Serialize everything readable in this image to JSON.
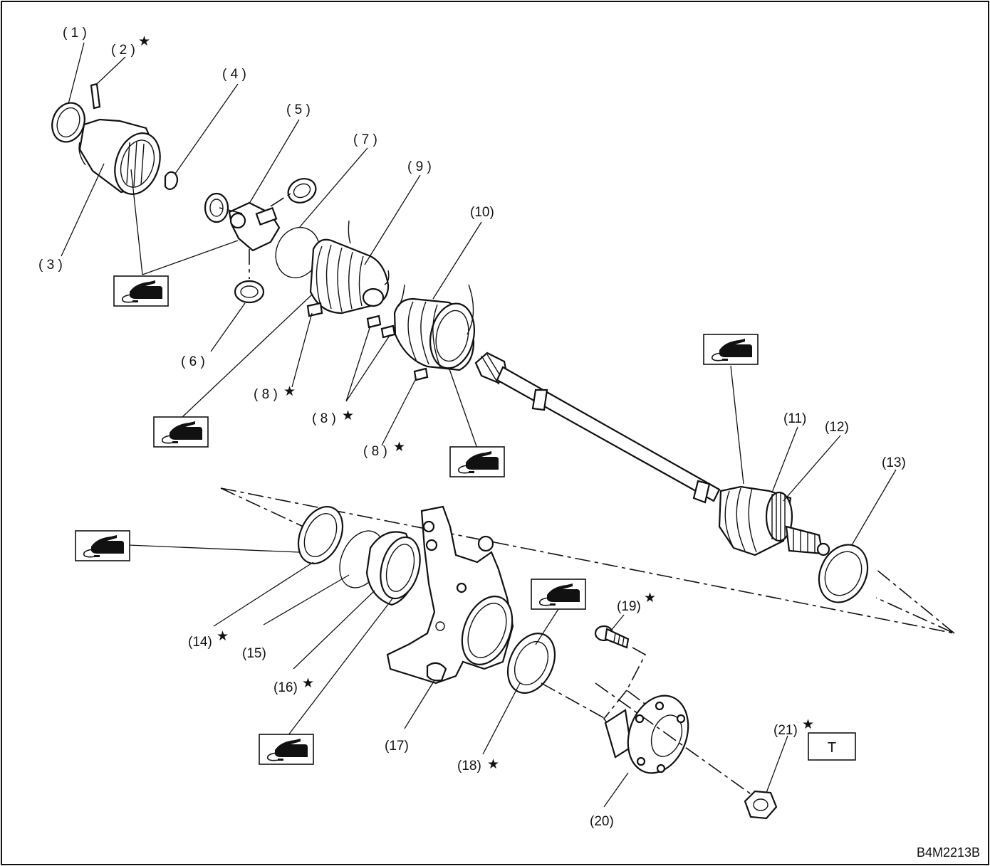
{
  "diagram": {
    "reference_code": "B4M2213B",
    "torque_symbol": "T",
    "star_symbol": "★",
    "callouts": {
      "c1": "( 1 )",
      "c2": "( 2 )",
      "c3": "( 3 )",
      "c4": "( 4 )",
      "c5": "( 5 )",
      "c6": "( 6 )",
      "c7": "( 7 )",
      "c8a": "( 8 )",
      "c8b": "( 8 )",
      "c8c": "( 8 )",
      "c9": "( 9 )",
      "c10": "(10)",
      "c11": "(11)",
      "c12": "(12)",
      "c13": "(13)",
      "c14": "(14)",
      "c15": "(15)",
      "c16": "(16)",
      "c17": "(17)",
      "c18": "(18)",
      "c19": "(19)",
      "c20": "(20)",
      "c21": "(21)"
    },
    "grease_boxes": [
      "g1",
      "g2",
      "g3",
      "g4",
      "g5",
      "g6",
      "g7"
    ],
    "colors": {
      "line": "#111111",
      "background": "#ffffff",
      "fill": "#bfbfbf"
    }
  }
}
